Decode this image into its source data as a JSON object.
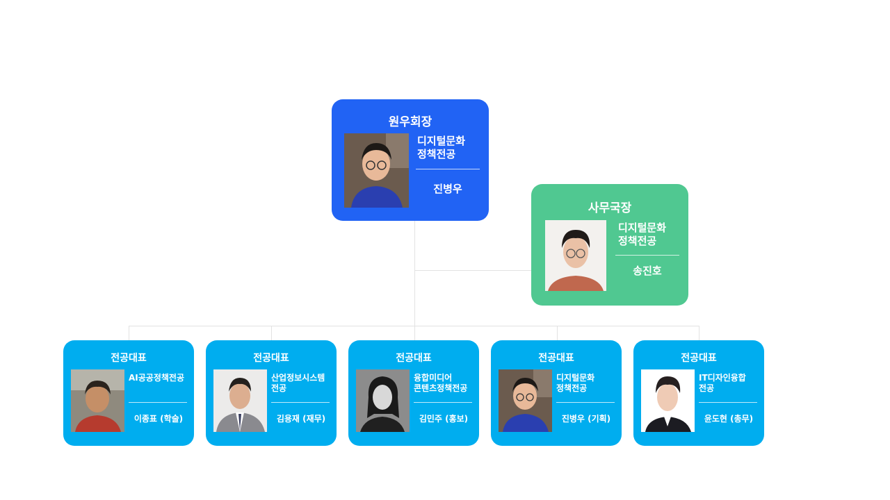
{
  "chair": {
    "title": "원우회장",
    "major_line1": "디지털문화",
    "major_line2": "정책전공",
    "name": "진병우",
    "color": "#2163f4"
  },
  "secretary": {
    "title": "사무국장",
    "major_line1": "디지털문화",
    "major_line2": "정책전공",
    "name": "송진호",
    "color": "#50c891"
  },
  "reps": [
    {
      "title": "전공대표",
      "major_line1": "AI공공정책전공",
      "major_line2": "",
      "name": "이종표 (학술)"
    },
    {
      "title": "전공대표",
      "major_line1": "산업정보시스템",
      "major_line2": "전공",
      "name": "김용재 (재무)"
    },
    {
      "title": "전공대표",
      "major_line1": "융합미디어",
      "major_line2": "콘텐츠정책전공",
      "name": "김민주 (홍보)"
    },
    {
      "title": "전공대표",
      "major_line1": "디지털문화",
      "major_line2": "정책전공",
      "name": "진병우 (기획)"
    },
    {
      "title": "전공대표",
      "major_line1": "IT디자인융합",
      "major_line2": "전공",
      "name": "윤도현 (총무)"
    }
  ],
  "rep_color": "#00adef"
}
